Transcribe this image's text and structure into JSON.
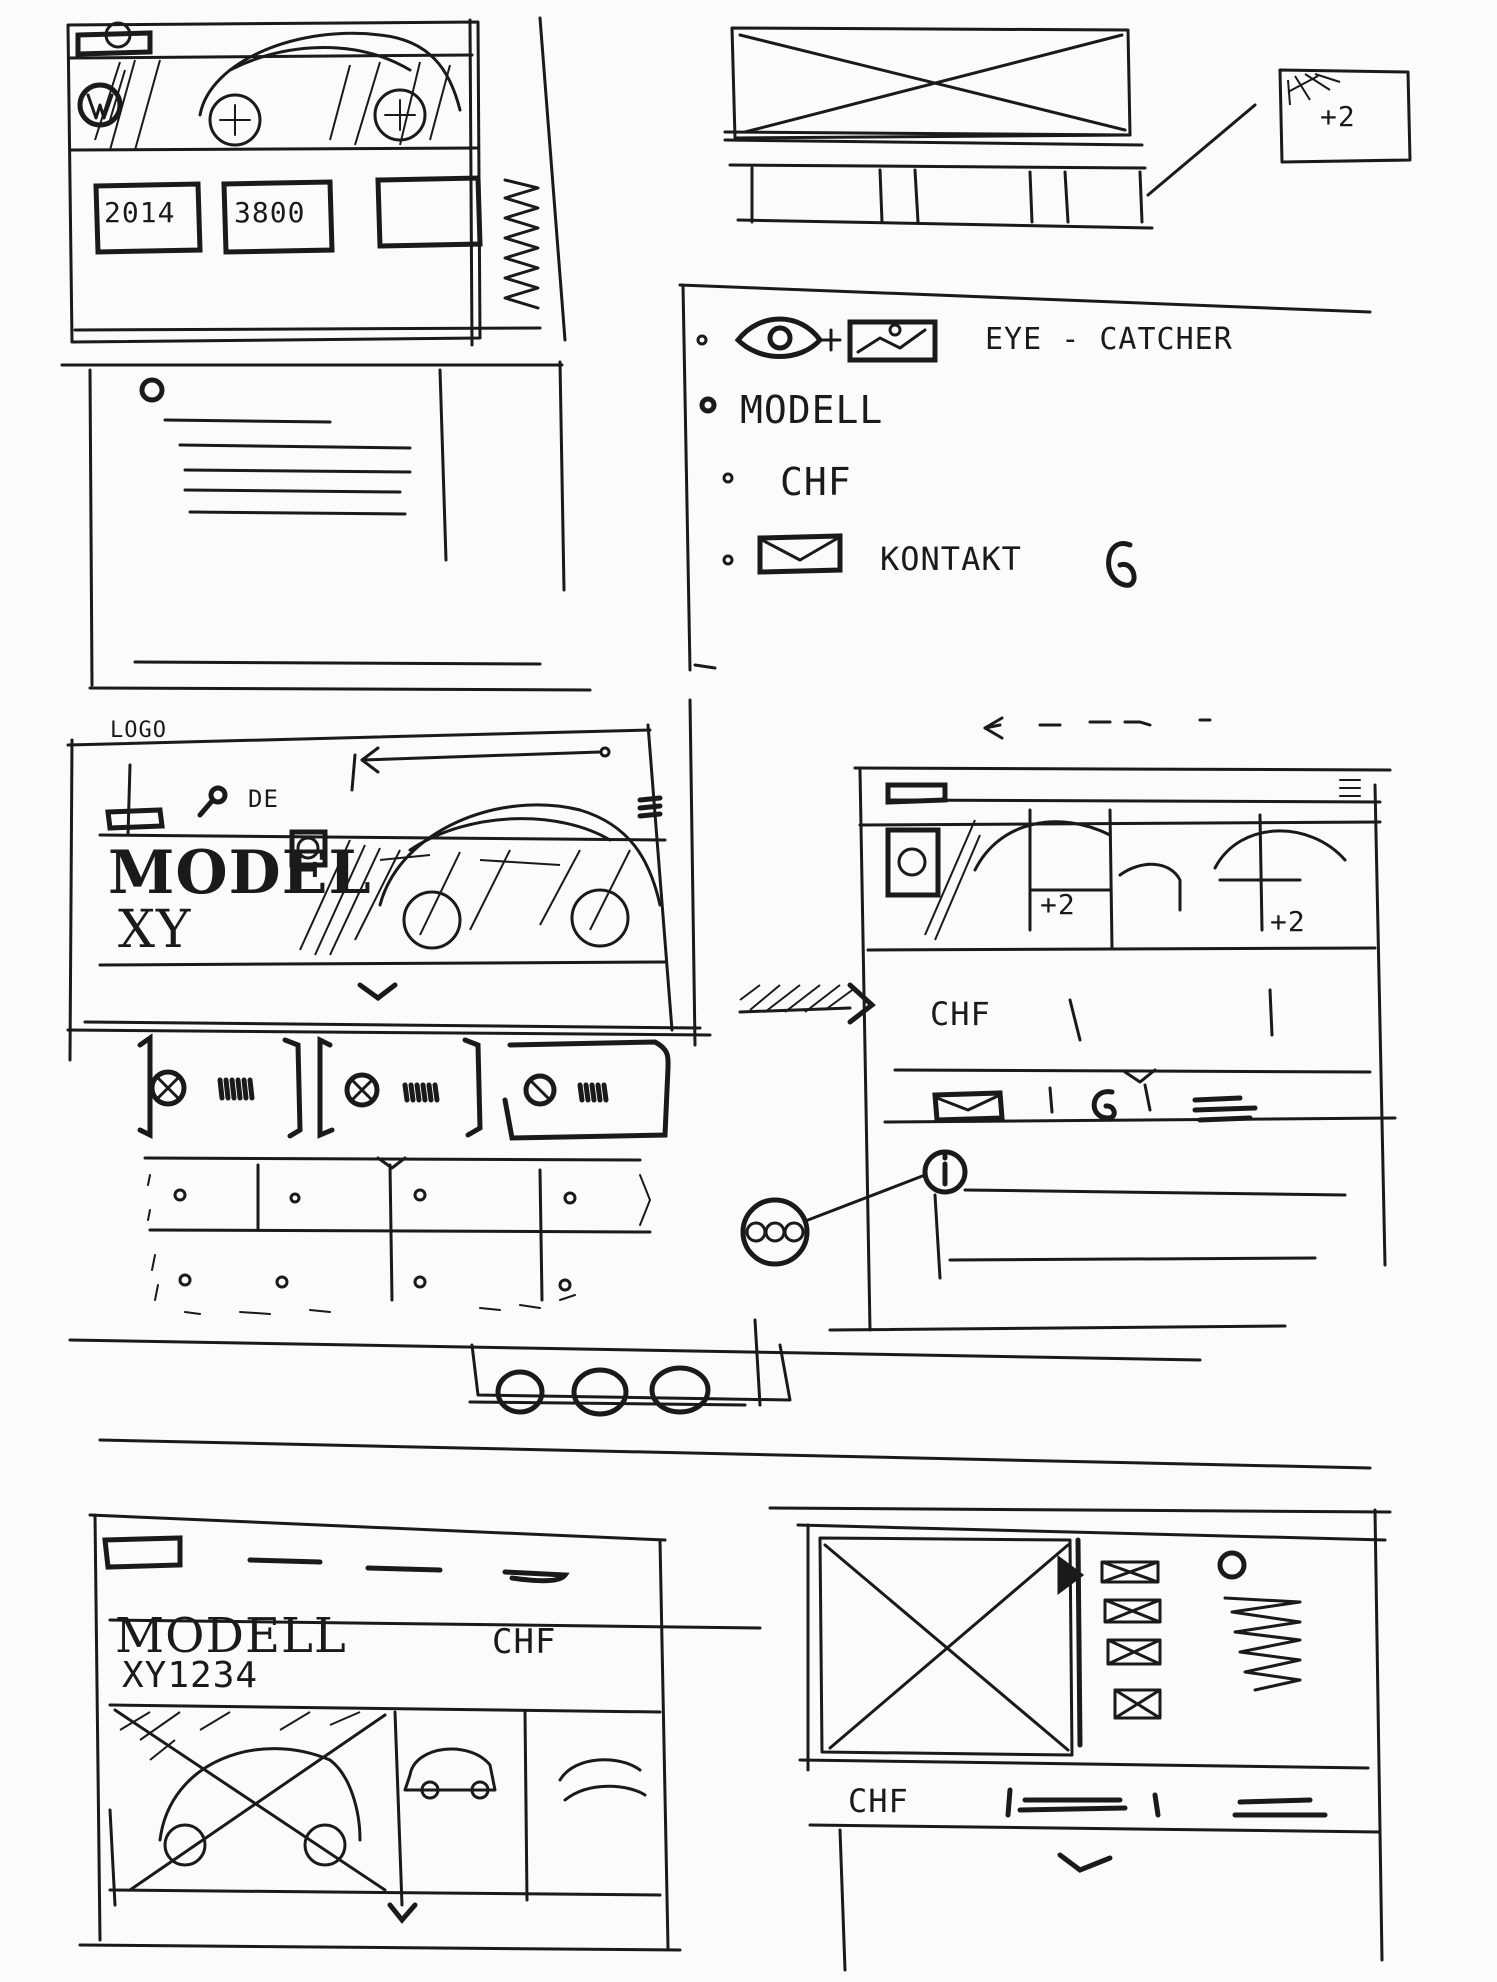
{
  "sketch1": {
    "stat_year": "2014",
    "stat_value": "3800"
  },
  "sketch2": {
    "thumb_more": "+2"
  },
  "menu": {
    "items": [
      {
        "label": "EYE - CATCHER",
        "icon": "eye-icon"
      },
      {
        "label": "MODELL",
        "icon": ""
      },
      {
        "label": "CHF",
        "icon": ""
      },
      {
        "label": "KONTAKT",
        "icon": "envelope-icon"
      }
    ]
  },
  "sketch3": {
    "logo_note": "LOGO",
    "lang": "DE",
    "headline_1": "MODEL",
    "headline_2": "XY"
  },
  "sketch4": {
    "more_1": "+2",
    "more_2": "+2",
    "price": "CHF"
  },
  "sketch5": {
    "headline_1": "MODELL",
    "headline_2": "XY1234",
    "price": "CHF"
  },
  "sketch6": {
    "price": "CHF"
  },
  "colors": {
    "ink": "#1a1a1a",
    "paper": "#fbfbf9"
  }
}
